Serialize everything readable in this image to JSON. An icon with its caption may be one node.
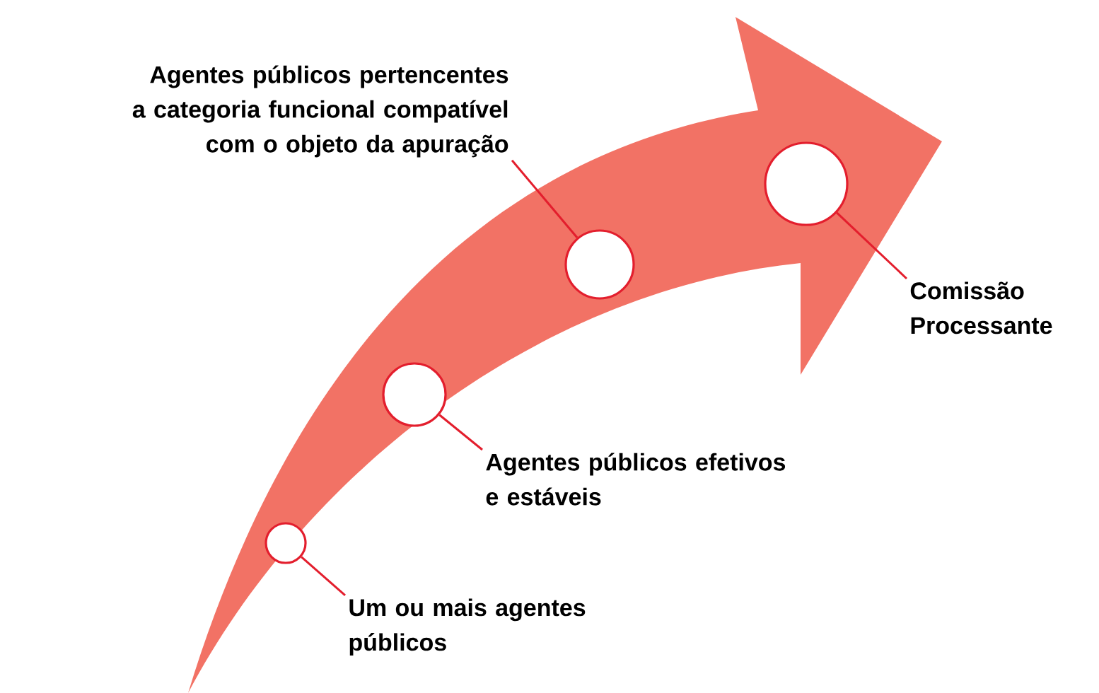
{
  "diagram": {
    "nodes": [
      {
        "text": [
          "Agentes públicos pertencentes a categoria funcional compatível com o objeto da apuração"
        ]
      },
      {
        "text": [],
        "shape": "circle"
      },
      {
        "text": [],
        "shape": "circle"
      },
      {
        "text": [
          "Comissão Processante"
        ]
      },
      {
        "text": [],
        "shape": "circle"
      },
      {
        "text": [
          "Agentes públicos efetivos e estáveis"
        ]
      },
      {
        "text": [],
        "shape": "circle"
      },
      {
        "text": [
          "Um ou mais agentes públicos"
        ]
      }
    ],
    "edges": [
      {
        "from": 0,
        "to": 1,
        "arrow": "none"
      },
      {
        "from": 3,
        "to": 2,
        "arrow": "none"
      },
      {
        "from": 5,
        "to": 4,
        "arrow": "none"
      },
      {
        "from": 7,
        "to": 6,
        "arrow": "none"
      }
    ]
  }
}
